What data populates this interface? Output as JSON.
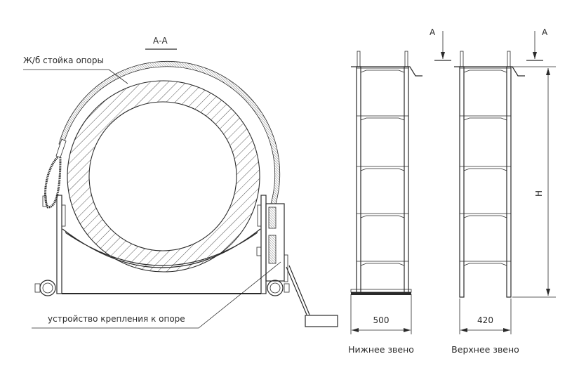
{
  "section_view": {
    "title": "А-А",
    "label_pole": "Ж/б стойка опоры",
    "label_mount": "устройство крепления к опоре"
  },
  "section_markers": {
    "left": "А",
    "right": "А"
  },
  "ladders": [
    {
      "name": "Нижнее звено",
      "width_dim": "500"
    },
    {
      "name": "Верхнее звено",
      "width_dim": "420"
    }
  ],
  "height_dim": "H",
  "colors": {
    "line": "#2a2a2a",
    "background": "#ffffff"
  }
}
